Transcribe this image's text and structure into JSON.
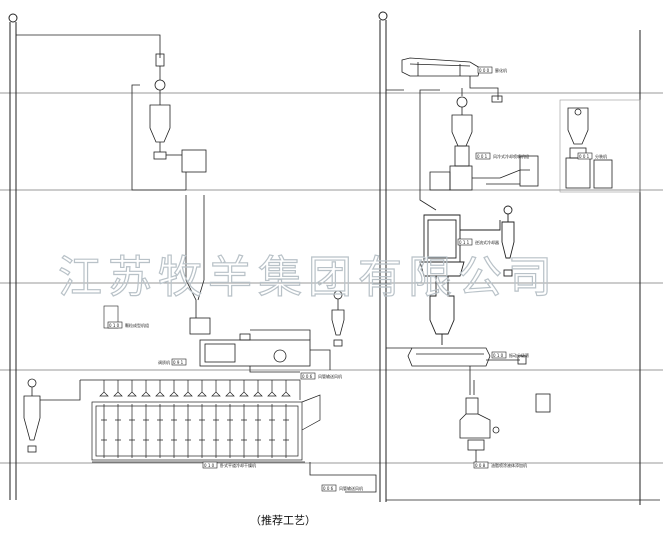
{
  "watermark": "江苏牧羊集团有限公司",
  "caption": "（推荐工艺）",
  "labels": {
    "left_small_box": "0 1 0",
    "left_small_text": "颗粒成型机组",
    "left_machine_tag": "0 9 1",
    "left_machine_text": "调质机",
    "cooler_tag": "0 1 0",
    "cooler_text": "卧式平道冷却干燥机",
    "fan_tag": "0 0 6",
    "fan_text": "风管输送风机",
    "bottom_tag": "0 0 6",
    "bottom_text": "风管输送风机",
    "top_right_tag": "0 0 0",
    "top_right_text": "膨化机",
    "mid_right_tag": "0 0 1",
    "mid_right_text": "风冷式冷却喷嘴机组",
    "far_right_tag": "0 0 1",
    "far_right_text": "分装机",
    "center_tag": "0 1 1",
    "center_text": "逆流式冷却器",
    "lower_right_tag": "0 1 0",
    "lower_right_text": "振动分级筛",
    "bottom_right_tag": "0 0 8",
    "bottom_right_text": "油脂喷涂液体添加机"
  },
  "colors": {
    "line": "#222222",
    "frame": "#777777",
    "watermark": "#b9c2c8"
  }
}
